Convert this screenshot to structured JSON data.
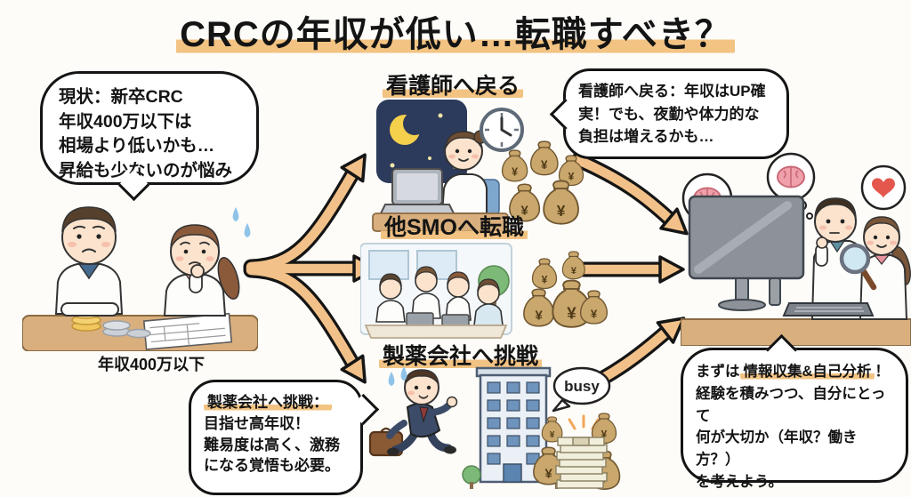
{
  "title": "CRCの年収が低い…転職すべき？",
  "symbols": {
    "yen": "¥",
    "busy": "busy"
  },
  "current_state": {
    "bubble": "現状：新卒CRC\n年収400万以下は\n相場より低いかも…\n昇給も少ないのが悩み",
    "caption": "年収400万以下"
  },
  "options": {
    "nurse": {
      "heading": "看護師へ戻る",
      "note": "看護師へ戻る：年収はUP確\n実！でも、夜勤や体力的な\n負担は増えるかも…"
    },
    "smo": {
      "heading": "他SMOへ転職"
    },
    "pharma": {
      "heading": "製薬会社へ挑戦",
      "note_head": "製薬会社へ挑戦：",
      "note_body": "\n目指せ高年収！\n難易度は高く、激務\nになる覚悟も必要。"
    }
  },
  "conclusion": {
    "pre": "まずは",
    "highlight": "情報収集&自己分析",
    "post": "！\n経験を積みつつ、自分にとって\n何が大切か（年収？働き方？）\nを考えよう。"
  },
  "colors": {
    "background": "#FDFCF8",
    "outline": "#141414",
    "marker_highlight": "#F2C383",
    "arrow_fill": "#F2C189",
    "money_bag": "#C9A76D",
    "night_sky": "#2C3A5C",
    "desk": "#D9AF7E"
  }
}
